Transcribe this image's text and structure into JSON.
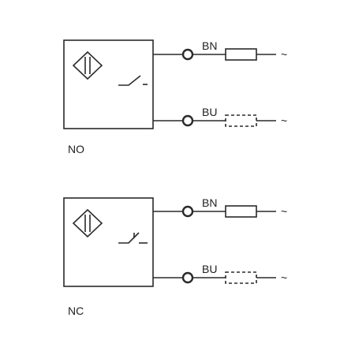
{
  "diagrams": [
    {
      "mode_label": "NO",
      "wires": [
        {
          "label": "BN",
          "load": "solid",
          "tail": "~"
        },
        {
          "label": "BU",
          "load": "dashed",
          "tail": "~"
        }
      ],
      "contact": "normally-open"
    },
    {
      "mode_label": "NC",
      "wires": [
        {
          "label": "BN",
          "load": "solid",
          "tail": "~"
        },
        {
          "label": "BU",
          "load": "dashed",
          "tail": "~"
        }
      ],
      "contact": "normally-closed"
    }
  ]
}
